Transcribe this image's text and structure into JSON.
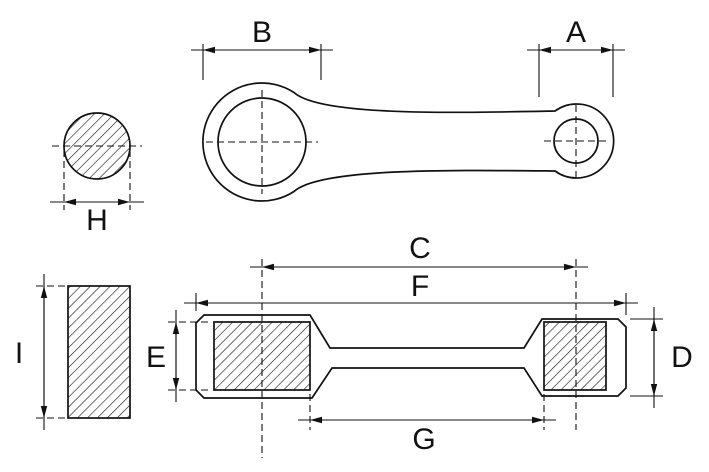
{
  "diagram": {
    "subject": "connecting-rod-dimensional-drawing",
    "views": {
      "pin_cross_section": "piston pin cross-section",
      "rod_top_view": "connecting rod top view",
      "pin_side_view": "crank pin side view",
      "rod_side_view": "connecting rod side view"
    },
    "colors": {
      "line": "#111111",
      "background": "#ffffff"
    },
    "dimensions": {
      "A": "A",
      "B": "B",
      "C": "C",
      "D": "D",
      "E": "E",
      "F": "F",
      "G": "G",
      "H": "H",
      "I": "I"
    }
  }
}
